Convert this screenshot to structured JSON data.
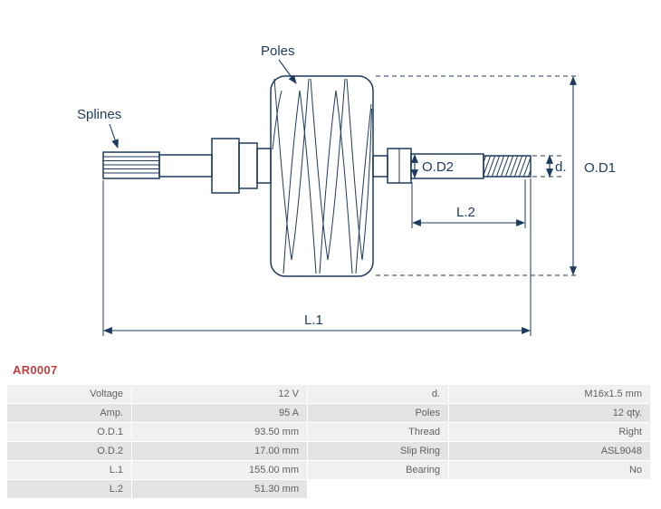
{
  "product": {
    "code": "AR0007"
  },
  "diagram": {
    "labels": {
      "poles": "Poles",
      "splines": "Splines",
      "od1": "O.D1",
      "od2": "O.D2",
      "d": "d.",
      "l1": "L.1",
      "l2": "L.2"
    },
    "colors": {
      "line": "#1e3a5f",
      "code_text": "#c0413e",
      "row_light": "#f0f0f0",
      "row_dark": "#e4e4e4"
    }
  },
  "table": {
    "rows": [
      {
        "c1": "Voltage",
        "c2": "12 V",
        "c3": "d.",
        "c4": "M16x1.5 mm"
      },
      {
        "c1": "Amp.",
        "c2": "95 A",
        "c3": "Poles",
        "c4": "12 qty."
      },
      {
        "c1": "O.D.1",
        "c2": "93.50 mm",
        "c3": "Thread",
        "c4": "Right"
      },
      {
        "c1": "O.D.2",
        "c2": "17.00 mm",
        "c3": "Slip Ring",
        "c4": "ASL9048"
      },
      {
        "c1": "L.1",
        "c2": "155.00 mm",
        "c3": "Bearing",
        "c4": "No"
      },
      {
        "c1": "L.2",
        "c2": "51.30 mm",
        "c3": "",
        "c4": ""
      }
    ]
  }
}
